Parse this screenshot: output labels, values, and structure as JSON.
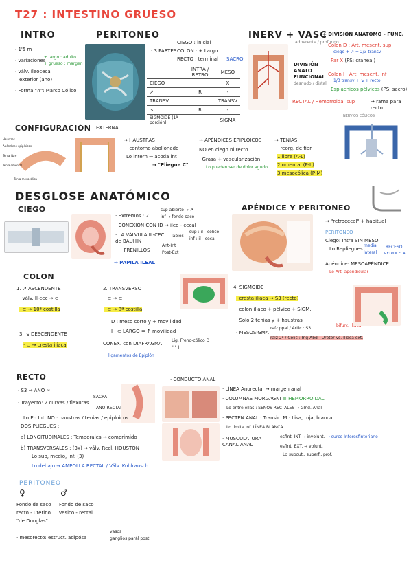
{
  "title": "T27 : INTESTINO GRUESO",
  "intro": {
    "heading": "INTRO",
    "lines": [
      "· 1'5 m",
      "· variaciones",
      "· válv. ileocecal",
      "  exterior (ano)",
      "· Forma \"∩\": Marco Cólico"
    ],
    "notes": [
      "+ largo : adulto",
      "+ grueso : margen"
    ]
  },
  "peritoneo": {
    "heading": "PERITONEO",
    "partes_label": "· 3 PARTES",
    "partes_items": [
      "CIEGO : inicial",
      "COLON : + Largo",
      "RECTO : terminal"
    ],
    "partes_note": "SACRO",
    "table_headers": [
      "",
      "INTRA / RETRO",
      "MESO"
    ],
    "table_rows": [
      [
        "CIEGO",
        "I",
        "X"
      ],
      [
        "↗",
        "R",
        "-"
      ],
      [
        "TRANSV",
        "I",
        "TRANSV"
      ],
      [
        "↘",
        "R",
        "-"
      ],
      [
        "SIGMOIDE (1ª porción)",
        "I",
        "SIGMA"
      ]
    ]
  },
  "inerv": {
    "heading": "INERV + VASC",
    "heading_suffix": "+ DIVISIÓN ANATOMO - FUNC.",
    "division_label": "DIVISIÓN ANATO FUNCIONAL",
    "top_note": "adherente / profundo",
    "colon_d": "Colon D : Art. mesent. sup",
    "colon_d_sub": "ciego + ↗ + 2/3 transv",
    "par": "Par X",
    "par_note": "(PS: craneal)",
    "colon_i": "Colon I : Art. mesent. inf",
    "colon_i_sub": "1/3 transv + ↘ + recto",
    "esplac": "Esplácnicos pélvicos",
    "esplac_note": "(PS: sacro)",
    "distal": "desnudo / distal",
    "rectal": "RECTAL / Hemorroidal sup",
    "rectal_note": "→ rama para recto",
    "nervios_label": "NERVIOS CÓLICOS"
  },
  "config": {
    "heading": "CONFIGURACIÓN",
    "heading_suffix": "EXTERNA",
    "haustras": [
      "→ HAUSTRAS",
      "· contorno abollonado",
      "Lo intern → acoda int",
      "→ \"Pliegue C\""
    ],
    "apendices": [
      "→ APÉNDICES EPIPLOICOS",
      "NO en ciego ni recto",
      "· Grasa + vascularización",
      "Lo pueden ser de dolor agudo"
    ],
    "tenias": [
      "→ TENIAS",
      "· reorg. de fibr.",
      "1 libre (A-L)",
      "2 omental (P-L)",
      "3 mesocólica (P-M)"
    ],
    "diagram_labels": [
      "Haustras",
      "Apéndices epiploicos",
      "Tenia libre",
      "Tenia omental",
      "Tenia mesocólica"
    ]
  },
  "desglose": {
    "heading": "DESGLOSE ANATÓMICO"
  },
  "ciego": {
    "heading": "CIEGO",
    "lines": [
      "· Extremos : 2",
      "· CONEXIÓN CON ID → íleo - cecal",
      "· LA VÁLVULA IL-CEC. de BAUHIN",
      "· FRENILLOS",
      "→ PAPILA ILEAL"
    ],
    "extremos_notes": [
      "sup abierto → ↗",
      "inf → fondo saco"
    ],
    "valvula_notes": [
      "labios",
      "sup : il - cólico",
      "inf : il - cecal"
    ],
    "frenillos_notes": [
      "Ant-Int",
      "Post-Ext"
    ]
  },
  "apendice": {
    "heading": "APÉNDICE Y PERITONEO",
    "lines": [
      "→ \"retrocecal\" + habitual",
      "PERITONEO",
      "Ciego: Intra SIN MESO",
      "Lo Repliegues",
      "Apéndice: MESOAPÉNDICE",
      "Lo Art. apendicular"
    ],
    "repliegues": [
      "medial",
      "lateral"
    ],
    "recesos": [
      "RECESO",
      "RETROCECAL"
    ]
  },
  "colon": {
    "heading": "COLON",
    "ascendente": [
      "1. ↗ ASCENDENTE",
      "· válv. Il-cec → ⊂",
      "· ⊂ → 10ª costilla"
    ],
    "transverso": [
      "2. TRANSVERSO",
      "· ⊂ → ⊂",
      "· ⊂ → 8ª costilla",
      "D : meso corto y + movilidad",
      "I : ⊂ LARGO = ↑ movilidad",
      "CONEX. con DIAFRAGMA",
      "ligamentos de Epiplón"
    ],
    "lig_notes": [
      "Lig. Freno-cólico D",
      "\"      \"      I"
    ],
    "descendente": [
      "3. ↘ DESCENDENTE",
      "· ⊂ → cresta ilíaca"
    ],
    "sigmoide": [
      "4. SIGMOIDE",
      "· cresta ilíaca → S3 (recto)",
      "· colon ilíaco + pélvico + SIGM.",
      "· Solo 2 tenias y + haustras",
      "· MESOSIGMA"
    ],
    "mesosigma_notes": [
      "raíz ppal / Artic : S3",
      "raíz 2ª / Colic : Ing-Abd - Uréter vs. Ilíaca ext."
    ],
    "bifurcacion": "bifurc. ilíaca"
  },
  "recto": {
    "heading": "RECTO",
    "lines": [
      "· S3 → ANO ≈",
      "· Trayecto: 2 curvas / flexuras",
      "Lo En Int. NO : haustras / tenias / epiploicos",
      "DOS PLIEGUES :",
      "a) LONGITUDINALES : Temporales → comprimido",
      "b) TRANSVERSALES : (3x) → válv. Recl. HOUSTON",
      "Lo sup, medio, inf. (3)",
      "Lo debajo → AMPOLLA RECTAL / Válv. Kohlrausch"
    ],
    "curvas": [
      "SACRA",
      "ANO-RECTAL"
    ],
    "conducto_heading": "· CONDUCTO ANAL",
    "conducto": [
      "· LÍNEA Anorectal → margen anal",
      "· COLUMNAS MORGAGNI",
      "Lo entre ellas : SENOS RECTALES → Glnd. Anal",
      "· PECTEN ANAL : Transic. M : Lisa, roja, blanca",
      "Lo límite inf. LÍNEA BLANCA",
      "· MUSCULATURA CANAL ANAL",
      "esfint. INT → involunt.",
      "esfint. EXT. → volunt.",
      "Lo subcut., superf., prof."
    ],
    "hemorroidal": "≡ HEMORROIDAL",
    "surco": "→ surco Interesfinteriano"
  },
  "peritoneo2": {
    "heading": "PERITONEO",
    "female_symbol": "♀",
    "male_symbol": "♂",
    "female": [
      "Fondo de saco",
      "recto - uterino",
      "\"de Douglas\""
    ],
    "male": [
      "Fondo de saco",
      "vesico - rectal"
    ],
    "mesorecto": "· mesorecto: estruct. adipósa",
    "mesorecto_notes": [
      "vasos",
      "ganglios parál post"
    ]
  }
}
